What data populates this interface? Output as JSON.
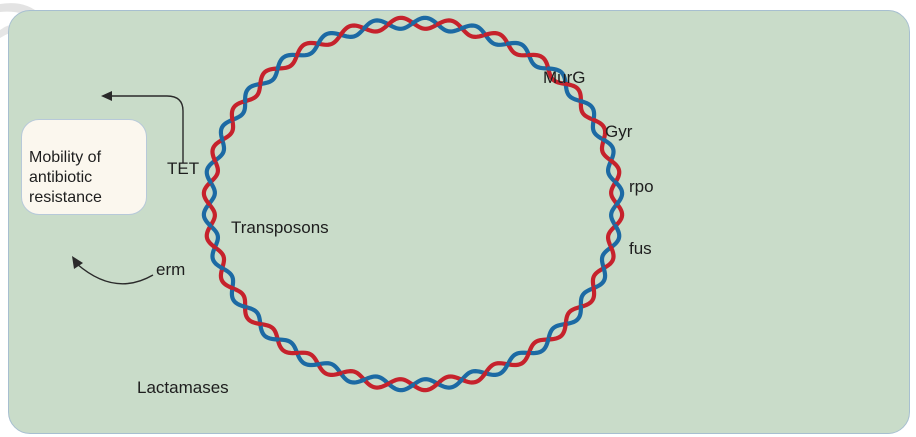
{
  "diagram": {
    "mobility_box_lines": [
      "Mobility of",
      "antibiotic",
      "resistance"
    ],
    "labels": {
      "murg": "MurG",
      "gyr": "Gyr",
      "rpo": "rpo",
      "fus": "fus",
      "tet": "TET",
      "transposons": "Transposons",
      "erm": "erm",
      "lactamases": "Lactamases"
    },
    "colors": {
      "background": "#c9dcc9",
      "strand_red": "#c6222c",
      "strand_blue": "#1c6aa4",
      "box_fill": "#fbf7ee",
      "arrow": "#2a2a2a"
    }
  }
}
